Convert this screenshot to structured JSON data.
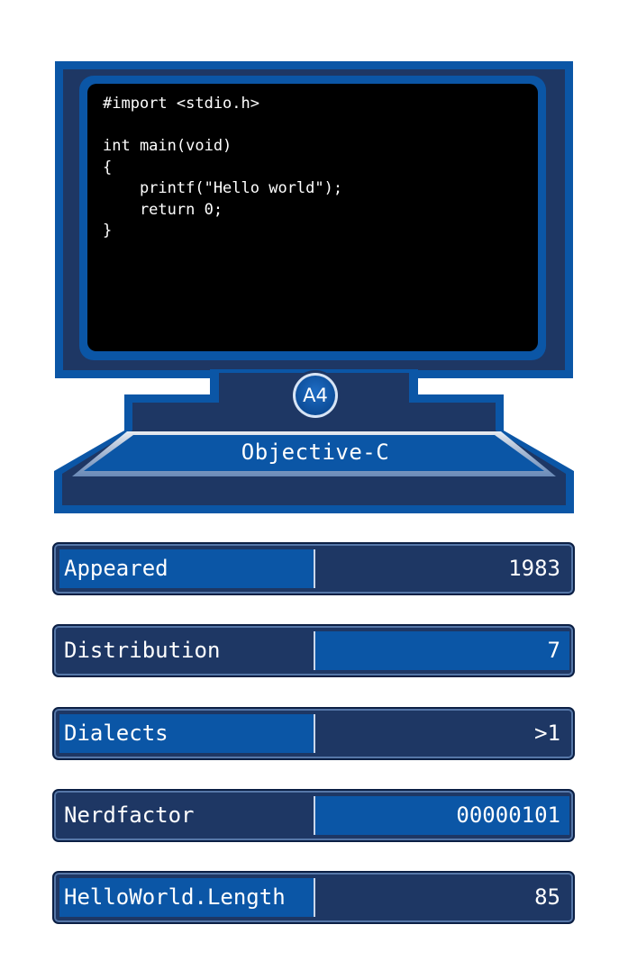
{
  "colors": {
    "frame": "#0b56a6",
    "frame_dark": "#1e3764",
    "screen": "#000000",
    "text": "#ffffff"
  },
  "code_lines": [
    "#import <stdio.h>",
    "",
    "int main(void)",
    "{",
    "    printf(\"Hello world\");",
    "    return 0;",
    "}"
  ],
  "badge": "A4",
  "language": "Objective-C",
  "stats": [
    {
      "label": "Appeared",
      "value": "1983",
      "highlight": "label"
    },
    {
      "label": "Distribution",
      "value": "7",
      "highlight": "value"
    },
    {
      "label": "Dialects",
      "value": ">1",
      "highlight": "label"
    },
    {
      "label": "Nerdfactor",
      "value": "00000101",
      "highlight": "value"
    },
    {
      "label": "HelloWorld.Length",
      "value": "85",
      "highlight": "label"
    }
  ]
}
